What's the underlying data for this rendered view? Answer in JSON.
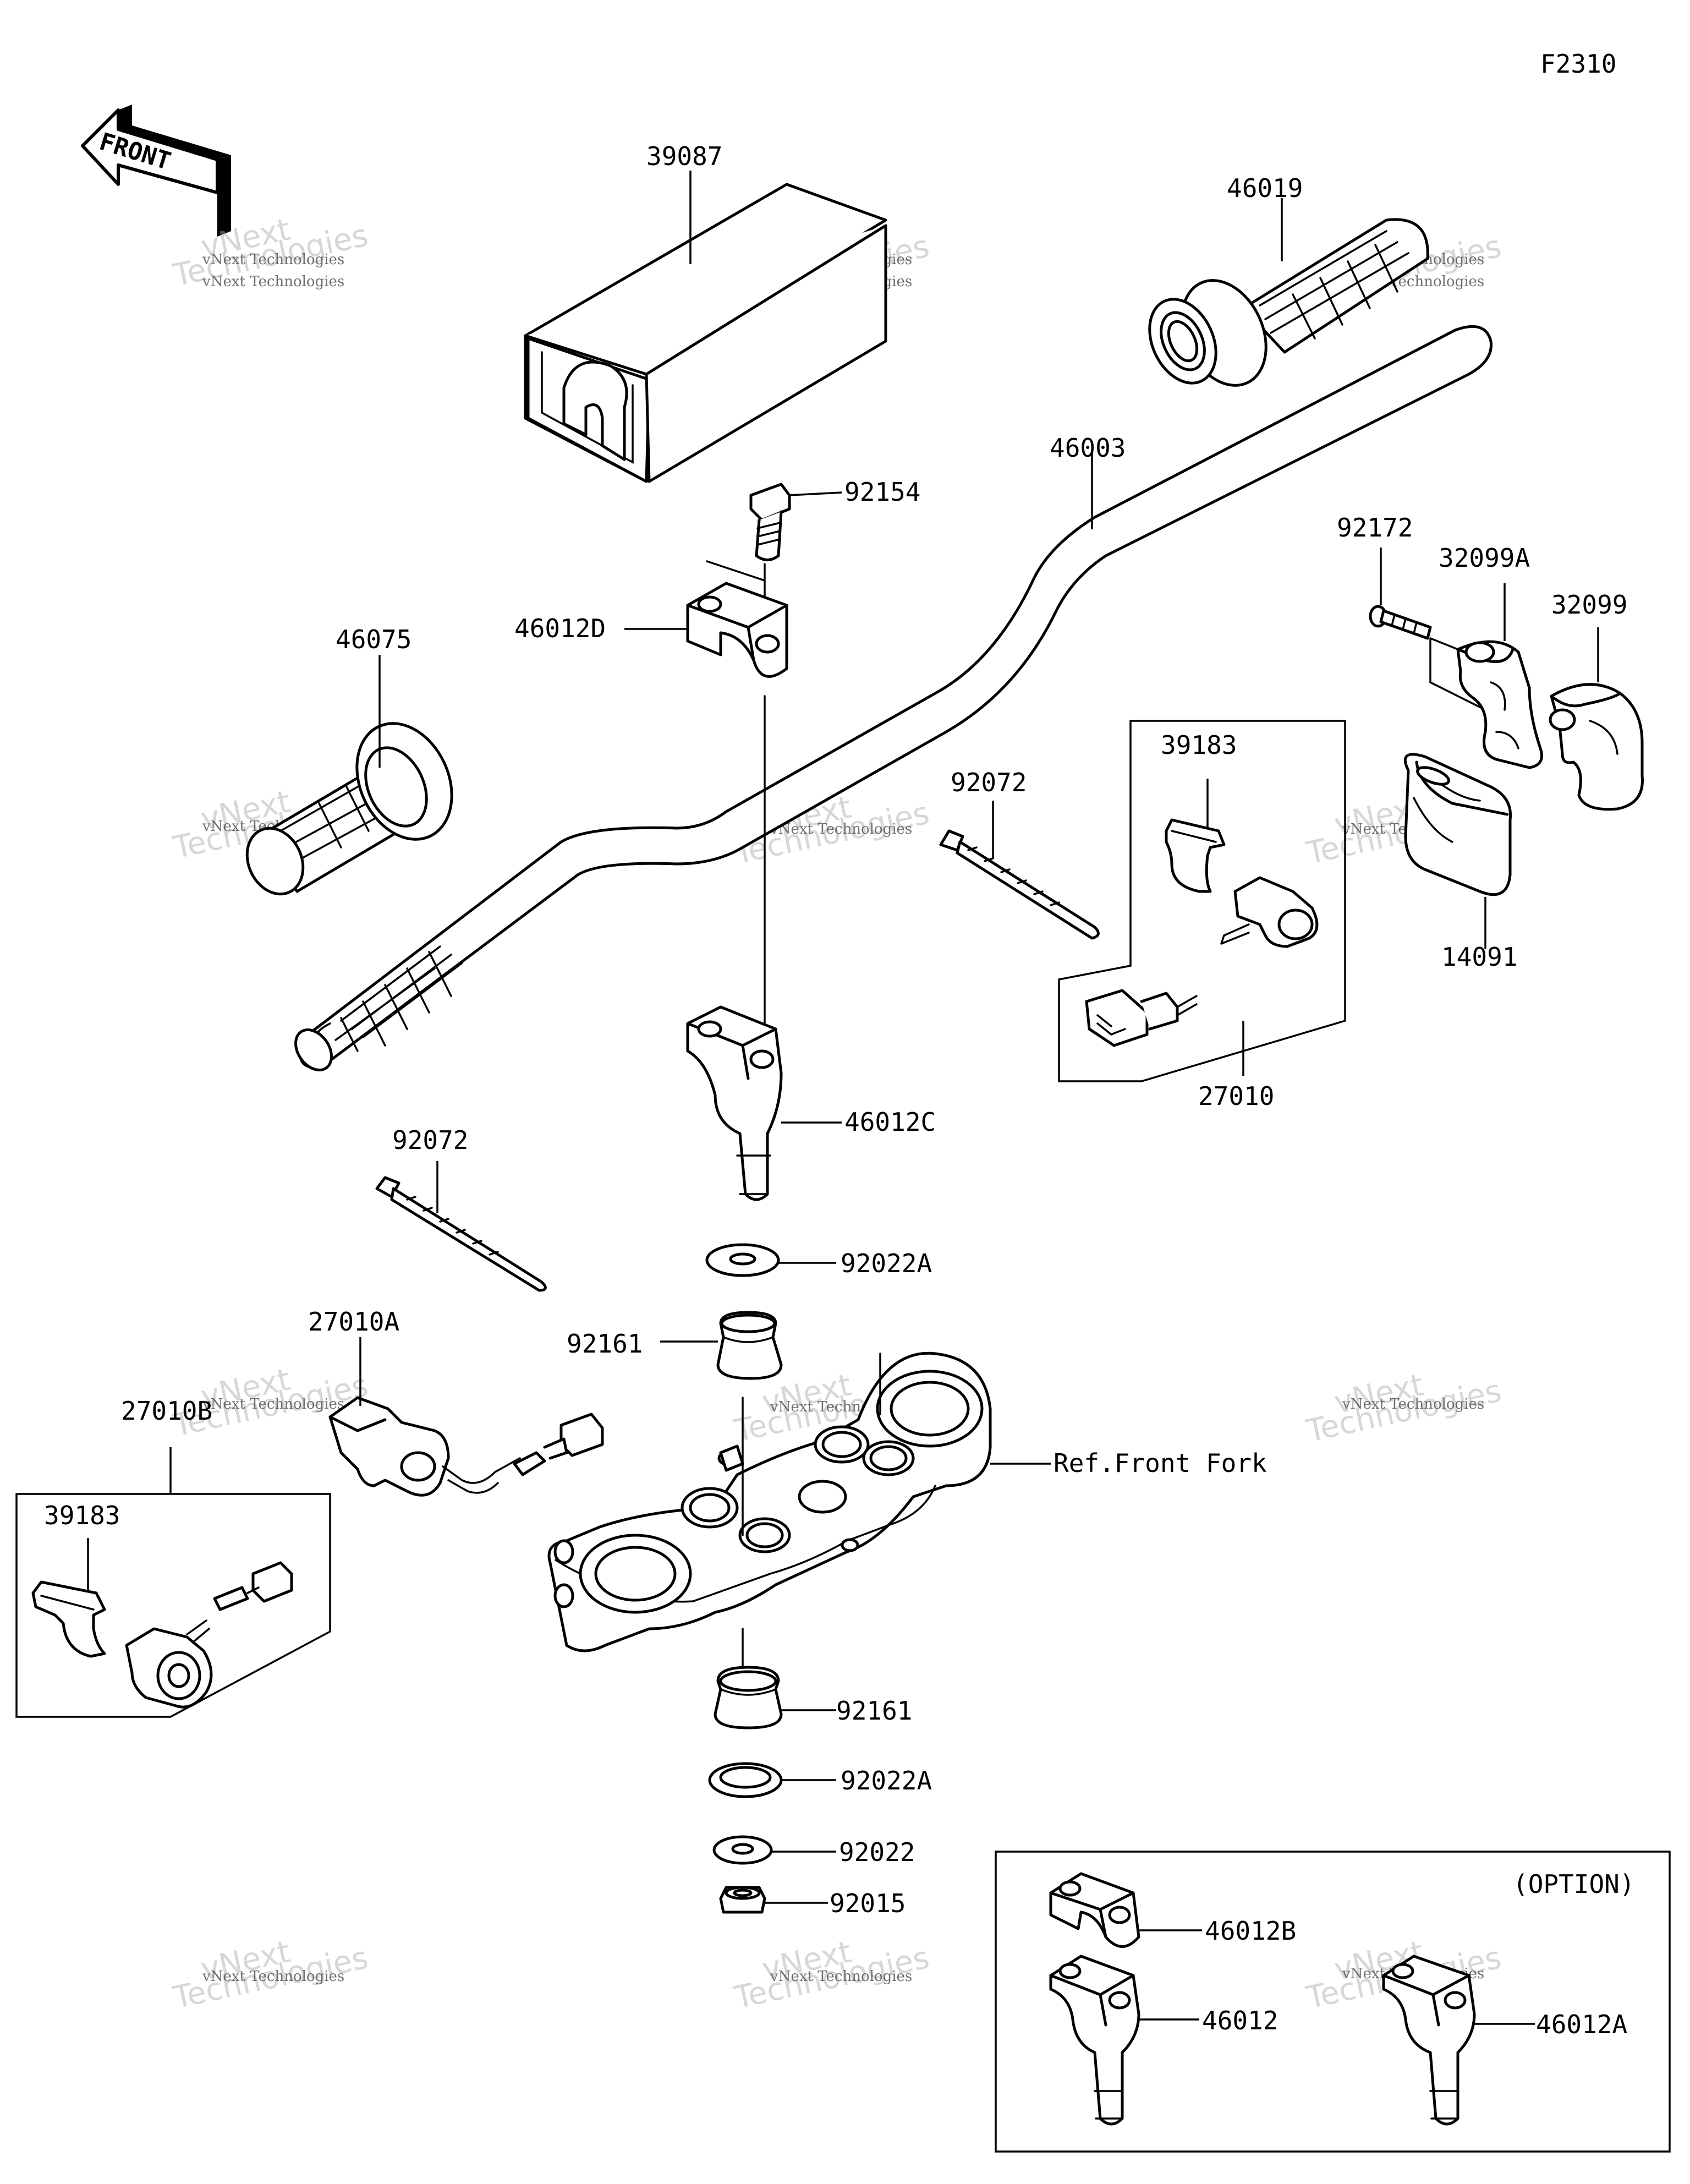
{
  "figure_code": "F2310",
  "front_label": "FRONT",
  "watermark": {
    "line1": "vNext Technologies",
    "line2": "Technologies",
    "line3": "vNext"
  },
  "parts": [
    {
      "id": "p39087",
      "label": "39087"
    },
    {
      "id": "p46019",
      "label": "46019"
    },
    {
      "id": "p46003",
      "label": "46003"
    },
    {
      "id": "p92154",
      "label": "92154"
    },
    {
      "id": "p46012D",
      "label": "46012D"
    },
    {
      "id": "p46075",
      "label": "46075"
    },
    {
      "id": "p92172",
      "label": "92172"
    },
    {
      "id": "p32099A",
      "label": "32099A"
    },
    {
      "id": "p32099",
      "label": "32099"
    },
    {
      "id": "p39183a",
      "label": "39183"
    },
    {
      "id": "p92072a",
      "label": "92072"
    },
    {
      "id": "p14091",
      "label": "14091"
    },
    {
      "id": "p27010",
      "label": "27010"
    },
    {
      "id": "p46012C",
      "label": "46012C"
    },
    {
      "id": "p92072b",
      "label": "92072"
    },
    {
      "id": "p92022Aa",
      "label": "92022A"
    },
    {
      "id": "p27010A",
      "label": "27010A"
    },
    {
      "id": "p92161a",
      "label": "92161"
    },
    {
      "id": "p27010B",
      "label": "27010B"
    },
    {
      "id": "pRefFork",
      "label": "Ref.Front Fork"
    },
    {
      "id": "p39183b",
      "label": "39183"
    },
    {
      "id": "p92161b",
      "label": "92161"
    },
    {
      "id": "p92022Ab",
      "label": "92022A"
    },
    {
      "id": "p92022",
      "label": "92022"
    },
    {
      "id": "p92015",
      "label": "92015"
    },
    {
      "id": "pOption",
      "label": "(OPTION)"
    },
    {
      "id": "p46012B",
      "label": "46012B"
    },
    {
      "id": "p46012",
      "label": "46012"
    },
    {
      "id": "p46012A",
      "label": "46012A"
    }
  ]
}
